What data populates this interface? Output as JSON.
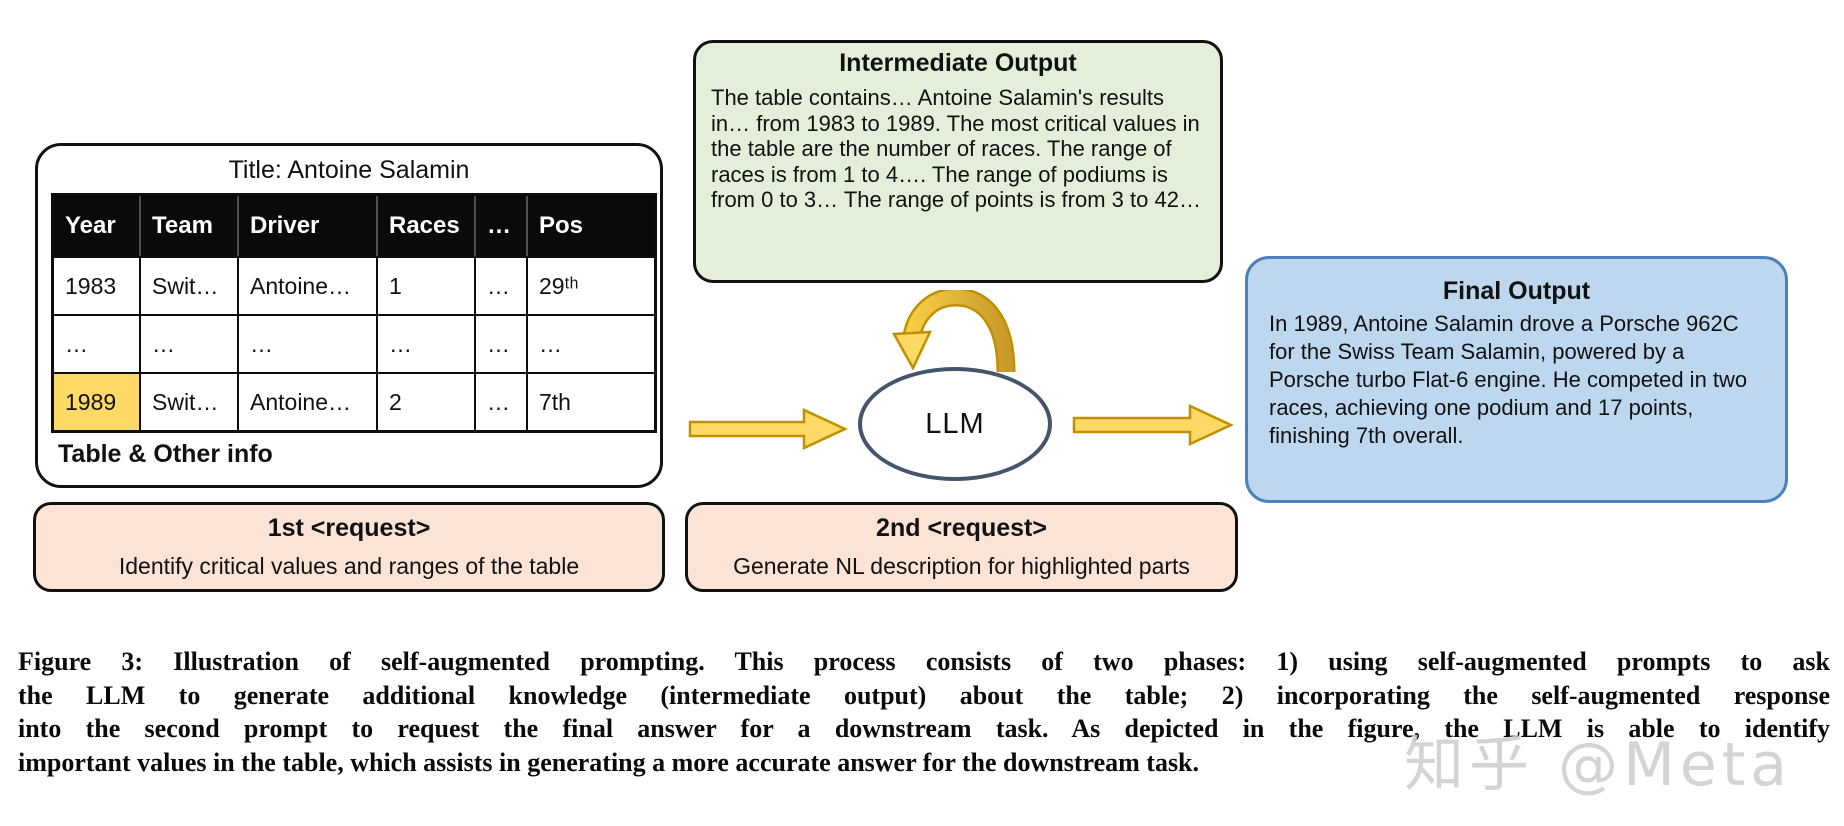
{
  "figure": {
    "table_panel": {
      "title": "Title: Antoine Salamin",
      "columns": [
        "Year",
        "Team",
        "Driver",
        "Races",
        "…",
        "Pos"
      ],
      "rows": [
        [
          "1983",
          "Swit…",
          "Antoine…",
          "1",
          "…",
          "29ᵗʰ"
        ],
        [
          "…",
          "…",
          "…",
          "…",
          "…",
          "…"
        ],
        [
          "1989",
          "Swit…",
          "Antoine…",
          "2",
          "…",
          "7th"
        ]
      ],
      "footer_label": "Table & Other info"
    },
    "request1": {
      "title": "1st <request>",
      "body": "Identify critical values and ranges of the table"
    },
    "request2": {
      "title": "2nd <request>",
      "body": "Generate NL description for highlighted parts"
    },
    "intermediate_output": {
      "title": "Intermediate Output",
      "body": "The table contains… Antoine Salamin's results in… from 1983 to 1989. The most critical values in the table are the number of races. The range of races is from 1 to 4…. The range of podiums is from 0 to 3… The range of points is from 3 to 42…"
    },
    "final_output": {
      "title": "Final Output",
      "body": "In 1989, Antoine Salamin drove a Porsche 962C for the Swiss Team Salamin, powered by a Porsche turbo Flat-6 engine. He competed in two races, achieving one podium and 17 points, finishing 7th overall."
    },
    "llm_node": {
      "label": "LLM"
    },
    "caption": {
      "lines": [
        "Figure 3: Illustration of self-augmented prompting. This process consists of two phases: 1) using self-augmented prompts to ask",
        "the LLM to generate additional knowledge (intermediate output) about the table; 2) incorporating the self-augmented response",
        "into the second prompt to request the final answer for a downstream task. As depicted in the figure, the LLM is able to identify",
        "important values in the table, which assists in generating a more accurate answer for the downstream task."
      ]
    },
    "watermark": "知乎 @Meta",
    "colors": {
      "highlight_cell": "#FFD966",
      "arrow_fill": "#FFD966",
      "arrow_border": "#BF9000",
      "loop_arrow_dark": "#C9992A",
      "green_box_fill": "#E4EFDA",
      "pink_box_fill": "#FBE3D5",
      "blue_box_fill": "#BDD7EE",
      "blue_box_border": "#4A80BD",
      "ellipse_border": "#44546A",
      "table_header_bg": "#0A0A0A"
    }
  }
}
